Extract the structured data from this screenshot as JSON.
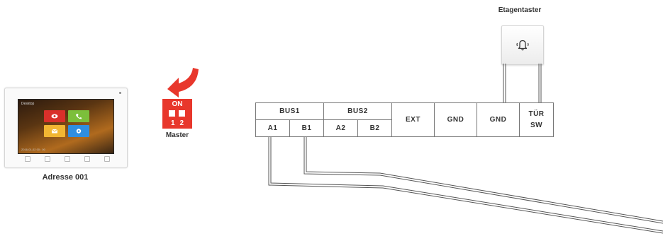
{
  "monitor": {
    "label": "Adresse 001",
    "screen_title": "Desktop",
    "screen_footer": "2016-01-02  00 : 00"
  },
  "dip_switch": {
    "on_label": "ON",
    "numbers": [
      "1",
      "2"
    ],
    "label": "Master",
    "color": "#e8372c"
  },
  "push_button": {
    "label": "Etagentaster",
    "icon": "bell-icon"
  },
  "terminal": {
    "groups": [
      "BUS1",
      "BUS2",
      "EXT",
      "GND",
      "GND",
      "TÜR SW"
    ],
    "sub": [
      "A1",
      "B1",
      "A2",
      "B2"
    ]
  }
}
